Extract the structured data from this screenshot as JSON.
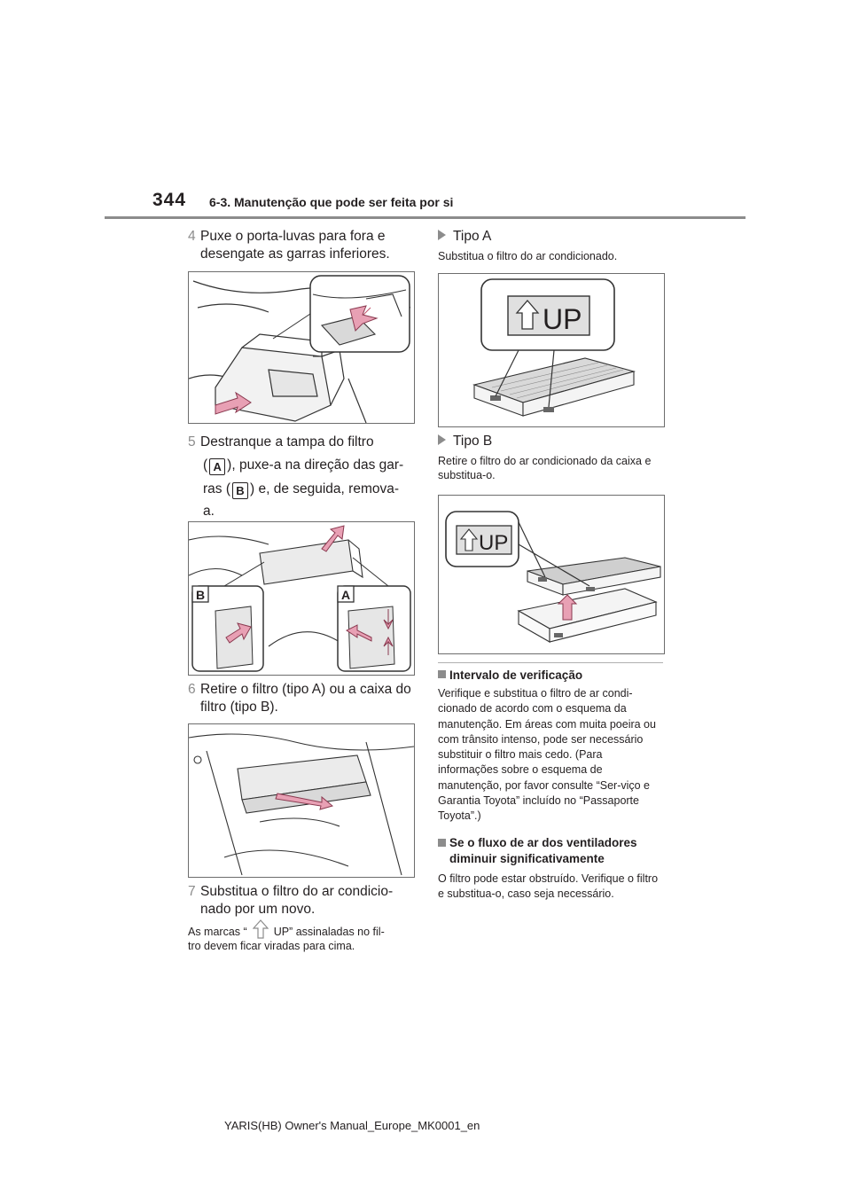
{
  "header": {
    "page_number": "344",
    "section_title": "6-3. Manutenção que pode ser feita por si"
  },
  "left": {
    "step4": {
      "num": "4",
      "text": "Puxe o porta-luvas para fora e desengate as garras inferiores."
    },
    "step5": {
      "num": "5",
      "line1": "Destranque a tampa do filtro",
      "line2_a": "(",
      "line2_b": "), puxe-a na direção das gar-",
      "line3_a": "ras (",
      "line3_b": ") e, de seguida, remova-",
      "line4": "a.",
      "badge_a": "A",
      "badge_b": "B"
    },
    "fig2_labels": {
      "b": "B",
      "a": "A"
    },
    "step6": {
      "num": "6",
      "text": "Retire o filtro (tipo A) ou a caixa do filtro (tipo B)."
    },
    "step7": {
      "num": "7",
      "text": "Substitua o filtro do ar condicio-nado por um novo."
    },
    "note_a": "As marcas “",
    "note_b": "UP” assinaladas no fil-",
    "note_c": "tro devem ficar viradas para cima."
  },
  "right": {
    "type_a": {
      "title": "Tipo A",
      "text": "Substitua o filtro do ar condicionado.",
      "up_label": "UP"
    },
    "type_b": {
      "title": "Tipo B",
      "text": "Retire o filtro do ar condicionado da caixa e substitua-o.",
      "up_label": "UP"
    },
    "check": {
      "title": "Intervalo de verificação",
      "text": "Verifique e substitua o filtro de ar condi-cionado de acordo com o esquema da manutenção. Em áreas com muita poeira ou com trânsito intenso, pode ser necessário substituir o filtro mais cedo. (Para informações sobre o esquema de manutenção, por favor consulte “Ser-viço e Garantia Toyota” incluído no “Passaporte Toyota”.)"
    },
    "flow": {
      "title": "Se o fluxo de ar dos ventiladores diminuir significativamente",
      "text": "O filtro pode estar obstruído. Verifique o filtro e substitua-o, caso seja necessário."
    }
  },
  "footer": {
    "text": "YARIS(HB) Owner's Manual_Europe_MK0001_en"
  },
  "colors": {
    "accent_arrow": "#e8a0b4",
    "step_number": "#8c8c8c",
    "rule": "#8c8c8c"
  }
}
